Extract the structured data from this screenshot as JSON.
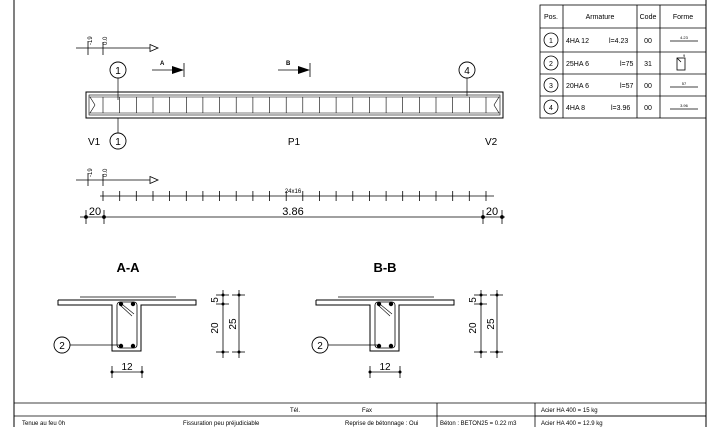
{
  "table": {
    "headers": [
      "Pos.",
      "Armature",
      "Code",
      "Forme"
    ],
    "rows": [
      {
        "pos": "1",
        "armature": "4HA 12",
        "length": "l=4.23",
        "code": "00",
        "forme": "4.23"
      },
      {
        "pos": "2",
        "armature": "25HA 6",
        "length": "l=75",
        "code": "31",
        "forme": "9"
      },
      {
        "pos": "3",
        "armature": "20HA 6",
        "length": "l=57",
        "code": "00",
        "forme": "57"
      },
      {
        "pos": "4",
        "armature": "4HA 8",
        "length": "l=3.96",
        "code": "00",
        "forme": "3.96"
      }
    ]
  },
  "elevation": {
    "level_top": "-19",
    "level_bottom": "0.0",
    "section_a": "A",
    "section_b": "B",
    "marker_left": "1",
    "marker_right": "4",
    "marker_below": "1",
    "support_left": "V1",
    "beam_name": "P1",
    "support_right": "V2",
    "level_top_2": "-19",
    "level_bottom_2": "0.0",
    "stirrups_label": "24x16",
    "dim_left": "20",
    "dim_span": "3.86",
    "dim_right": "20"
  },
  "section_aa": {
    "title": "A-A",
    "marker": "2",
    "dim_top": "5",
    "dim_web": "20",
    "dim_total": "25",
    "dim_width": "12"
  },
  "section_bb": {
    "title": "B-B",
    "marker": "2",
    "dim_top": "5",
    "dim_web": "20",
    "dim_total": "25",
    "dim_width": "12"
  },
  "footer": {
    "tel_label": "Tél.",
    "fax_label": "Fax",
    "fire": "Tenue au feu 0h",
    "cracking": "Fissuration peu préjudiciable",
    "reprise": "Reprise de bétonnage : Oui",
    "beton": "Béton : BETON25 = 0.22 m3",
    "acier1": "Acier HA 400 = 15 kg",
    "acier2": "Acier HA 400 = 12.9 kg"
  }
}
